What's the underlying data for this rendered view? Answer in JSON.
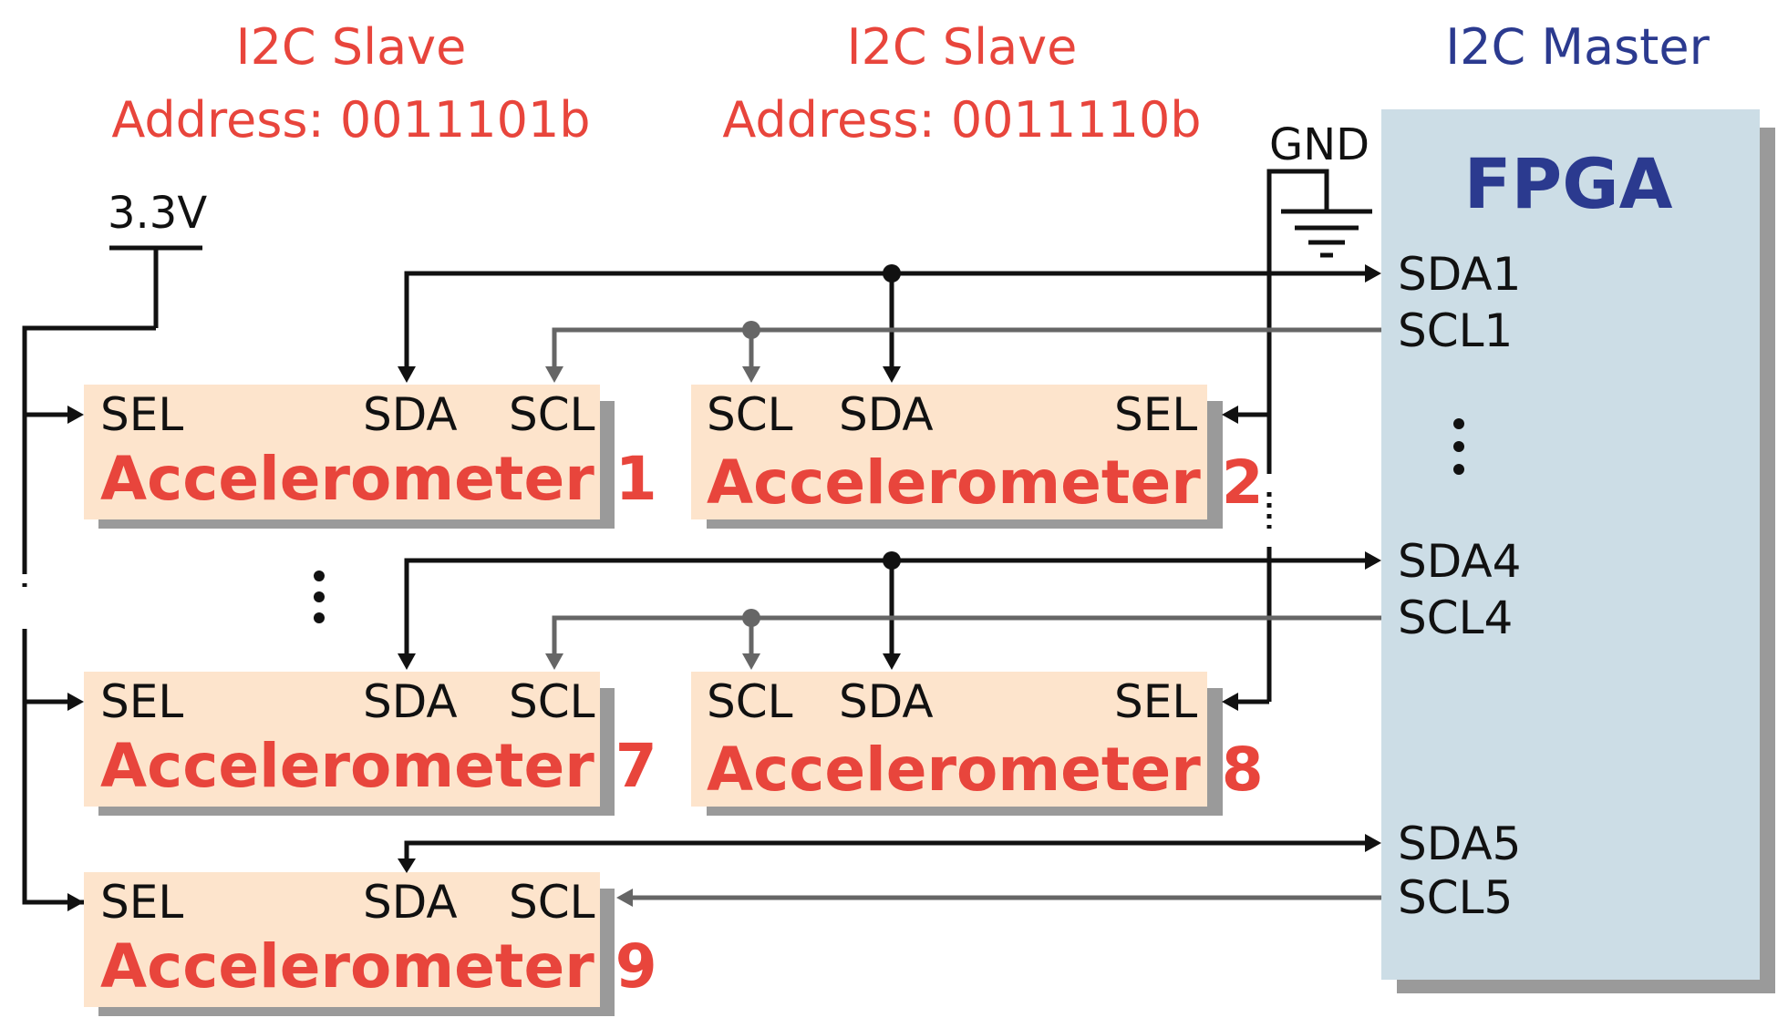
{
  "headers": {
    "slave1_title": "I2C Slave",
    "slave1_address": "Address: 0011101b",
    "slave2_title": "I2C Slave",
    "slave2_address": "Address: 0011110b",
    "master_title": "I2C Master"
  },
  "rails": {
    "vcc": "3.3V",
    "gnd": "GND"
  },
  "fpga": {
    "label": "FPGA",
    "pins": [
      "SDA1",
      "SCL1",
      "SDA4",
      "SCL4",
      "SDA5",
      "SCL5"
    ],
    "ellipsis": "⋮"
  },
  "accelerometers": [
    {
      "name": "Accelerometer 1",
      "pins": [
        "SEL",
        "SDA",
        "SCL"
      ]
    },
    {
      "name": "Accelerometer 2",
      "pins": [
        "SCL",
        "SDA",
        "SEL"
      ]
    },
    {
      "name": "Accelerometer 7",
      "pins": [
        "SEL",
        "SDA",
        "SCL"
      ]
    },
    {
      "name": "Accelerometer 8",
      "pins": [
        "SCL",
        "SDA",
        "SEL"
      ]
    },
    {
      "name": "Accelerometer 9",
      "pins": [
        "SEL",
        "SDA",
        "SCL"
      ]
    }
  ],
  "middle_ellipsis": "⋮",
  "colors": {
    "slave_text": "#e8453c",
    "master_text": "#2b3a8f",
    "module_fill": "#fde4cc",
    "fpga_fill": "#ccdde6",
    "shadow": "#9a9a9a",
    "scl_wire": "#666666",
    "sda_wire": "#111111"
  }
}
